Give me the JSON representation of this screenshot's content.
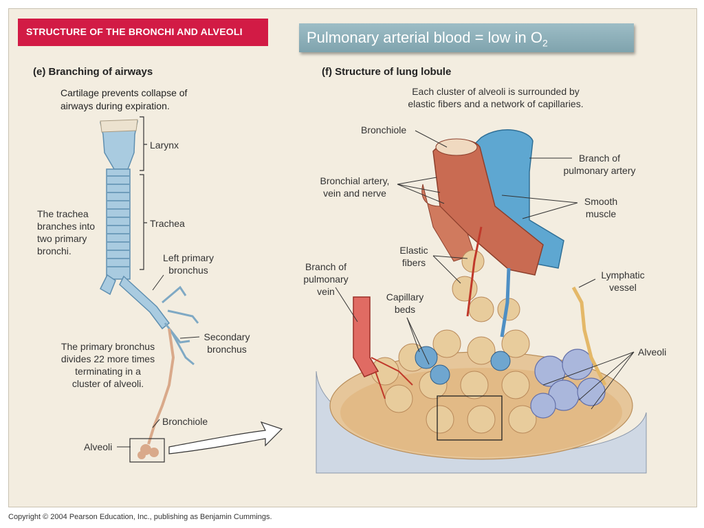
{
  "banner": {
    "text": "STRUCTURE OF THE BRONCHI AND ALVEOLI",
    "color": "#d21b45"
  },
  "title": {
    "main": "Pulmonary arterial blood = low in O",
    "sub": "2"
  },
  "left_panel": {
    "heading": "(e) Branching of airways",
    "note_line1": "Cartilage prevents collapse of",
    "note_line2": "airways during expiration.",
    "larynx": "Larynx",
    "trachea": "Trachea",
    "trachea_desc": [
      "The trachea",
      "branches into",
      "two primary",
      "bronchi."
    ],
    "left_primary": [
      "Left primary",
      "bronchus"
    ],
    "secondary": [
      "Secondary",
      "bronchus"
    ],
    "primary_desc": [
      "The primary bronchus",
      "divides 22 more times",
      "terminating in a",
      "cluster of alveoli."
    ],
    "bronchiole": "Bronchiole",
    "alveoli": "Alveoli"
  },
  "right_panel": {
    "heading": "(f) Structure of lung lobule",
    "caption": [
      "Each cluster of alveoli is surrounded by",
      "elastic fibers and a network of capillaries."
    ],
    "bronchiole": "Bronchiole",
    "branch_artery": [
      "Branch of",
      "pulmonary artery"
    ],
    "bronchial_artery": [
      "Bronchial artery,",
      "vein and nerve"
    ],
    "smooth_muscle": [
      "Smooth",
      "muscle"
    ],
    "elastic_fibers": [
      "Elastic",
      "fibers"
    ],
    "branch_vein": [
      "Branch of",
      "pulmonary",
      "vein"
    ],
    "capillary_beds": [
      "Capillary",
      "beds"
    ],
    "lymphatic": [
      "Lymphatic",
      "vessel"
    ],
    "alveoli": "Alveoli"
  },
  "copyright": "Copyright © 2004 Pearson Education, Inc., publishing as Benjamin Cummings."
}
